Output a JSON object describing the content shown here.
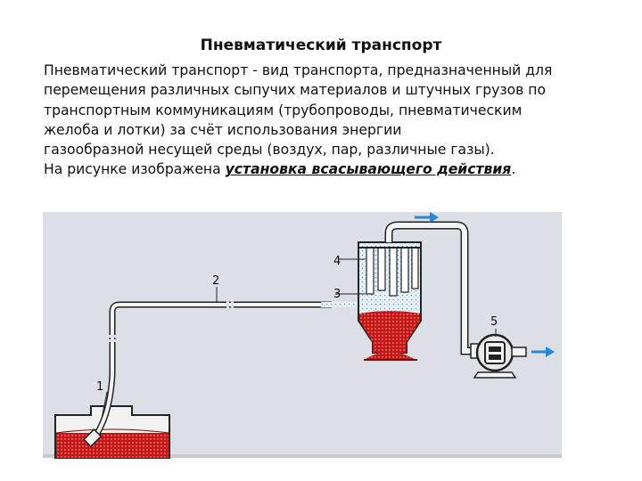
{
  "title": "Пневматический транспорт",
  "paragraph": {
    "lines": [
      "Пневматический транспорт - вид транспорта, предназначенный для",
      "перемещения различных сыпучих материалов и штучных грузов по",
      "транспортным коммуникациям (трубопроводы, пневматическим",
      "желоба и лотки) за счёт использования энергии",
      "газообразной несущей среды (воздух, пар, различные газы)."
    ],
    "last_line_prefix": "На рисунке изображена ",
    "last_line_emphasis": "установка всасывающего действия",
    "last_line_suffix": "."
  },
  "diagram": {
    "labels": {
      "nozzle": "1",
      "pipeline": "2",
      "separator_chamber": "3",
      "filters": "4",
      "pump": "5"
    },
    "colors": {
      "background": "#dce0e6",
      "material": "#c91919",
      "air": "#2a86d3",
      "pipe_outline": "#222222",
      "pipe_fill": "#f4f4f4"
    }
  }
}
